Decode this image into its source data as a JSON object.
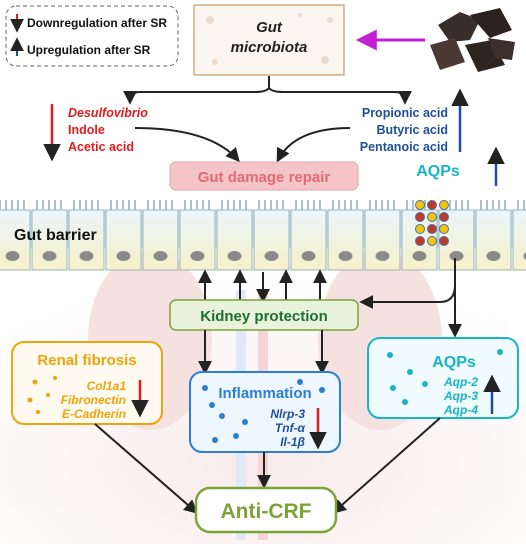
{
  "legend": {
    "down_label": "Downregulation after SR",
    "up_label": "Upregulation after SR"
  },
  "microbiota": {
    "line1": "Gut",
    "line2": "microbiota"
  },
  "down_metabolites": [
    "Desulfovibrio",
    "Indole",
    "Acetic acid"
  ],
  "up_metabolites": [
    "Propionic acid",
    "Butyric acid",
    "Pentanoic acid"
  ],
  "aqps_top_label": "AQPs",
  "gut_damage_repair": "Gut damage repair",
  "gut_barrier": "Gut barrier",
  "kidney_protection": "Kidney protection",
  "renal_fibrosis": {
    "title": "Renal fibrosis",
    "markers": [
      "Col1a1",
      "Fibronectin",
      "E-Cadherin"
    ]
  },
  "inflammation": {
    "title": "Inflammation",
    "markers": [
      "Nlrp-3",
      "Tnf-α",
      "Il-1β"
    ]
  },
  "aqps_box": {
    "title": "AQPs",
    "markers": [
      "Aqp-2",
      "Aqp-3",
      "Aqp-4"
    ]
  },
  "anti_crf": "Anti-CRF",
  "colors": {
    "red": "#e31a1c",
    "blue": "#1f4e9b",
    "orange": "#f0a30a",
    "inflam_blue": "#2a7fd4",
    "teal": "#19b4c8",
    "green": "#7ba33a",
    "magenta": "#c21fd6"
  }
}
